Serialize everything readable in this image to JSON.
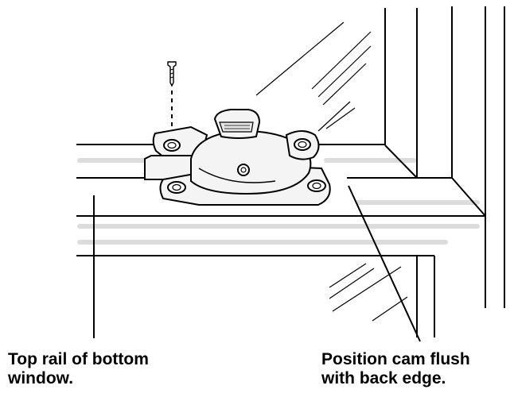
{
  "labels": {
    "top_rail": {
      "line1": "Top rail of bottom",
      "line2": "window."
    },
    "cam_position": {
      "line1": "Position cam flush",
      "line2": "with back edge."
    }
  },
  "colors": {
    "ink": "#000000",
    "paper": "#ffffff",
    "hardware_fill": "#f4f4f4",
    "texture": "#d8d8d8"
  },
  "icons": {
    "screw": "screw-icon",
    "sash_lock": "sash-lock-icon"
  }
}
